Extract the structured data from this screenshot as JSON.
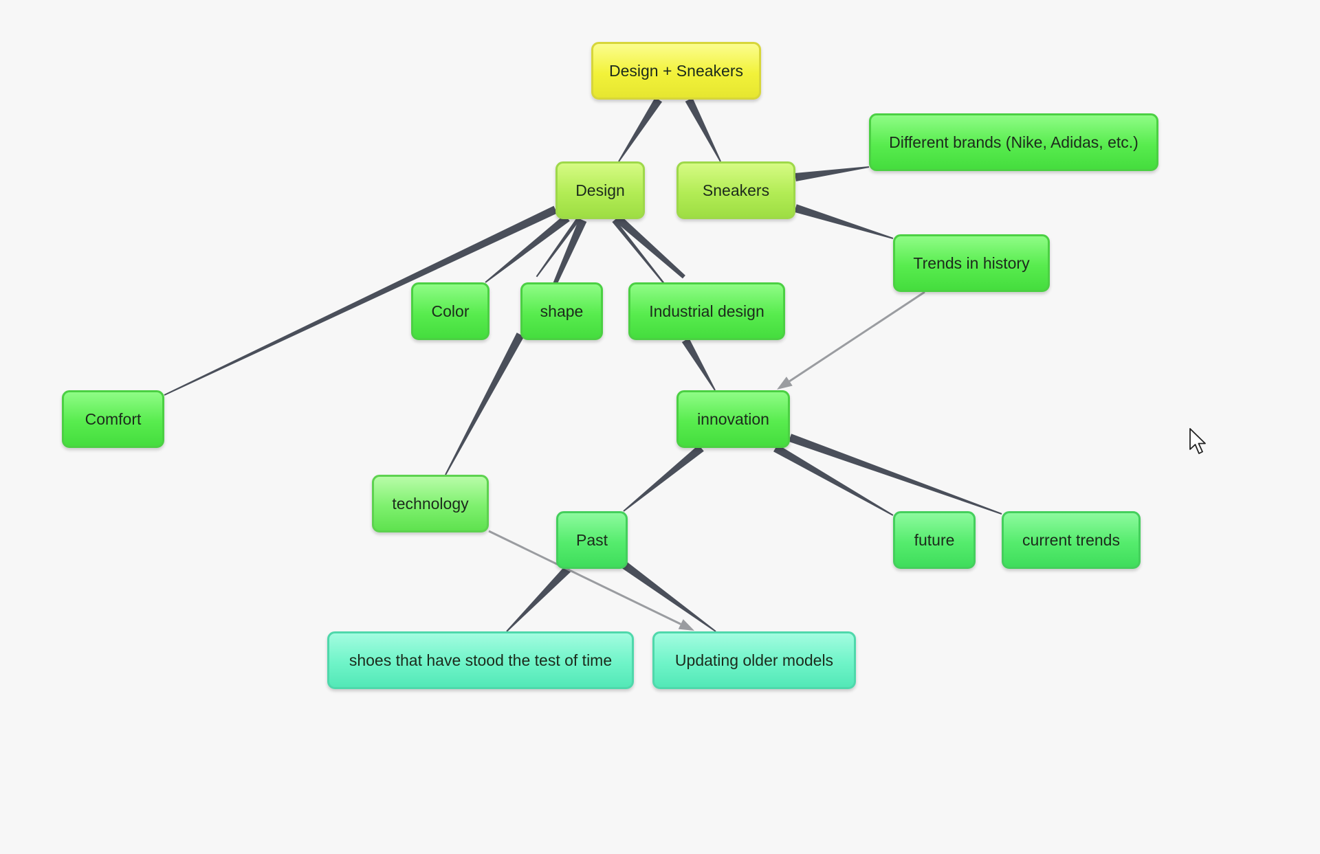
{
  "diagram": {
    "type": "concept-map",
    "background_color": "#f7f7f7",
    "link_color": "#4a4f5a",
    "arrow_color": "#9a9ca0",
    "nodes": [
      {
        "id": "root",
        "label": "Design + Sneakers",
        "tone": "yellow"
      },
      {
        "id": "design",
        "label": "Design",
        "tone": "lime"
      },
      {
        "id": "sneakers",
        "label": "Sneakers",
        "tone": "lime"
      },
      {
        "id": "brands",
        "label": "Different brands (Nike, Adidas, etc.)",
        "tone": "green"
      },
      {
        "id": "trends_history",
        "label": "Trends in history",
        "tone": "green"
      },
      {
        "id": "color",
        "label": "Color",
        "tone": "green"
      },
      {
        "id": "shape",
        "label": "shape",
        "tone": "green"
      },
      {
        "id": "industrial",
        "label": "Industrial design",
        "tone": "green"
      },
      {
        "id": "comfort",
        "label": "Comfort",
        "tone": "green"
      },
      {
        "id": "innovation",
        "label": "innovation",
        "tone": "green"
      },
      {
        "id": "technology",
        "label": "technology",
        "tone": "lightgreen"
      },
      {
        "id": "past",
        "label": "Past",
        "tone": "mint"
      },
      {
        "id": "future",
        "label": "future",
        "tone": "mint"
      },
      {
        "id": "current",
        "label": "current trends",
        "tone": "mint"
      },
      {
        "id": "stood",
        "label": "shoes that have stood the test of time",
        "tone": "teal"
      },
      {
        "id": "updating",
        "label": "Updating older models",
        "tone": "teal"
      }
    ],
    "links": [
      {
        "from": "root",
        "to": "design",
        "style": "tapered"
      },
      {
        "from": "root",
        "to": "sneakers",
        "style": "tapered"
      },
      {
        "from": "sneakers",
        "to": "brands",
        "style": "tapered"
      },
      {
        "from": "sneakers",
        "to": "trends_history",
        "style": "tapered"
      },
      {
        "from": "design",
        "to": "comfort",
        "style": "tapered"
      },
      {
        "from": "design",
        "to": "color",
        "style": "tapered"
      },
      {
        "from": "design",
        "to": "shape",
        "style": "tapered-double"
      },
      {
        "from": "design",
        "to": "industrial",
        "style": "tapered-double"
      },
      {
        "from": "shape",
        "to": "technology",
        "style": "tapered"
      },
      {
        "from": "industrial",
        "to": "innovation",
        "style": "tapered"
      },
      {
        "from": "innovation",
        "to": "past",
        "style": "tapered"
      },
      {
        "from": "innovation",
        "to": "future",
        "style": "tapered"
      },
      {
        "from": "innovation",
        "to": "current",
        "style": "tapered"
      },
      {
        "from": "past",
        "to": "stood",
        "style": "tapered"
      },
      {
        "from": "past",
        "to": "updating",
        "style": "tapered"
      },
      {
        "from": "trends_history",
        "to": "innovation",
        "style": "arrow"
      },
      {
        "from": "technology",
        "to": "updating",
        "style": "arrow"
      }
    ]
  }
}
